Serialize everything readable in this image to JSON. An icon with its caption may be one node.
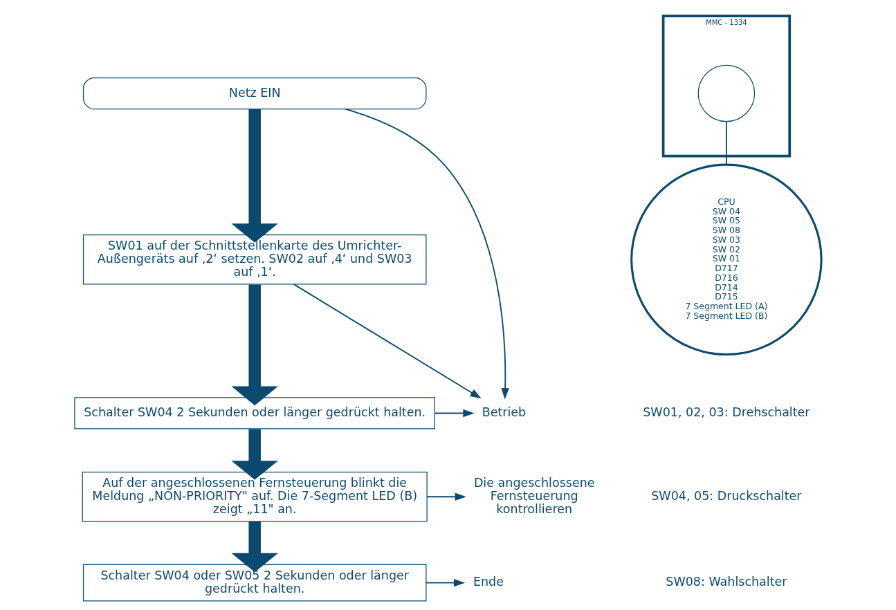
{
  "diagram": {
    "nodes": [
      {
        "text": [
          "Netz EIN"
        ]
      },
      {
        "text": [
          "SW01 auf der Schnittstellenkarte des Umrichter-Außengeräts auf ‚2‘ setzen. SW02 auf ‚4‘ und SW03 auf ‚1‘."
        ]
      },
      {
        "text": [
          "Schalter SW04 2 Sekunden oder länger gedrückt halten."
        ]
      },
      {
        "text": [
          "Auf der angeschlossenen Fernsteuerung blinkt die Meldung „NON-PRIORITY\" auf. Die 7-Segment LED (B) zeigt „11\" an."
        ]
      },
      {
        "text": [
          "Schalter SW04 oder SW05 2 Sekunden oder länger gedrückt halten."
        ]
      },
      {
        "text": [
          "Betrieb"
        ]
      },
      {
        "text": [
          "Die angeschlossene Fernsteuerung kontrollieren"
        ]
      },
      {
        "text": [
          "Ende"
        ]
      },
      {
        "text": [
          "MMC - 1334"
        ]
      },
      {
        "text": [],
        "shape": "circle",
        "in": 8
      },
      {
        "text": [
          "CPU",
          "SW 04",
          "SW 05",
          "SW 08",
          "SW 03",
          "SW 02",
          "SW 01",
          "D717",
          "D716",
          "D714",
          "D715",
          "7 Segment LED (A)",
          "7 Segment LED (B)"
        ]
      }
    ],
    "edges": [
      {
        "from": 0,
        "to": 1,
        "arrow": "to",
        "style": "thick"
      },
      {
        "from": 1,
        "to": 2,
        "arrow": "to",
        "style": "thick"
      },
      {
        "from": 2,
        "to": 3,
        "arrow": "to",
        "style": "thick"
      },
      {
        "from": 3,
        "to": 4,
        "arrow": "to",
        "style": "thick"
      },
      {
        "from": 0,
        "to": 5,
        "arrow": "to"
      },
      {
        "from": 1,
        "to": 5,
        "arrow": "to"
      },
      {
        "from": 2,
        "to": 5,
        "arrow": "to"
      },
      {
        "from": 3,
        "to": 6,
        "arrow": "to"
      },
      {
        "from": 4,
        "to": 7,
        "arrow": "to"
      },
      {
        "from": 9,
        "to": 10,
        "arrow": "none"
      }
    ],
    "labels": [
      "SW01, 02, 03: Drehschalter",
      "SW04, 05: Druckschalter",
      "SW08: Wahlschalter"
    ]
  }
}
